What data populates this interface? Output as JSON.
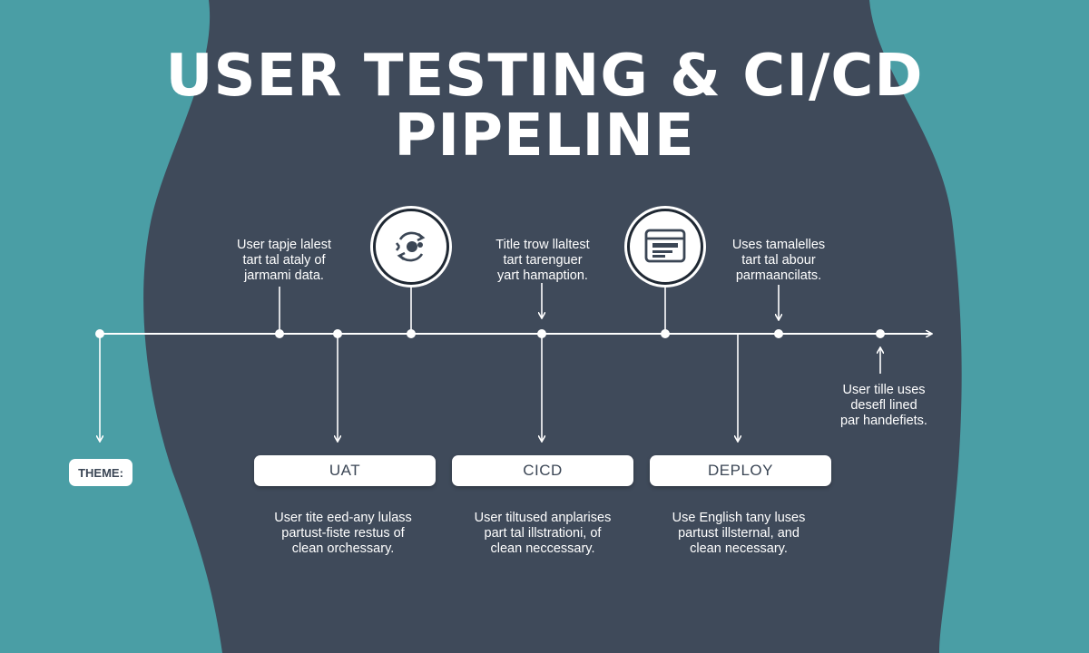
{
  "title_line1": "USER TESTING & CI/CD",
  "title_line2": "PIPELINE",
  "theme_label": "THEME:",
  "stages": [
    {
      "label": "UAT"
    },
    {
      "label": "CICD"
    },
    {
      "label": "DEPLOY"
    }
  ],
  "top_notes": [
    {
      "lines": [
        "User tapje lalest",
        "tart tal ataly of",
        "jarmami data."
      ]
    },
    {
      "lines": [
        "Title trow llaltest",
        "tart tarenguer",
        "yart hamaption."
      ]
    },
    {
      "lines": [
        "Uses tamalelles",
        "tart tal abour",
        "parmaancilats."
      ]
    }
  ],
  "right_note": {
    "lines": [
      "User tille uses",
      "desefl lined",
      "par handefiets."
    ]
  },
  "bottom_notes": [
    {
      "lines": [
        "User tite eed-any lulass",
        "partust-fiste restus of",
        "clean orchessary."
      ]
    },
    {
      "lines": [
        "User tiltused anplarises",
        "part tal illstrationi, of",
        "clean neccessary."
      ]
    },
    {
      "lines": [
        "Use English tany luses",
        "partust illsternal, and",
        "clean necessary."
      ]
    }
  ],
  "icons": [
    "refresh-cycle-icon",
    "browser-window-icon"
  ],
  "colors": {
    "background": "#4a9ea5",
    "panel": "#3f4a5a",
    "line": "#ffffff",
    "text": "#ffffff",
    "box_text": "#3b4655"
  }
}
